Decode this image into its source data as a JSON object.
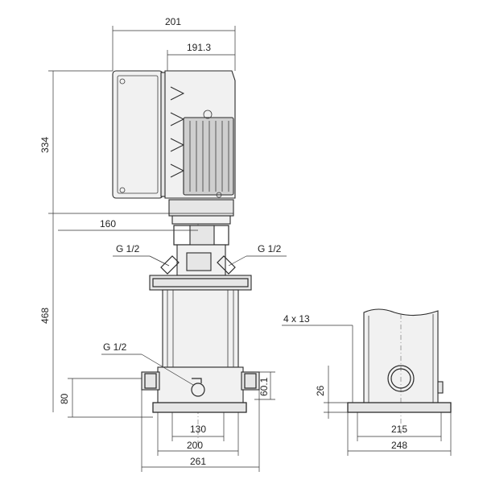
{
  "drawing": {
    "colors": {
      "line": "#2a2a2a",
      "fill_light": "#f1f1f1",
      "fill_mid": "#e6e6e6",
      "fill_dark": "#cfcfcf",
      "background": "#ffffff"
    },
    "dimensions": {
      "top_width": "201",
      "motor_width": "191.3",
      "motor_height": "334",
      "motor_offset": "160",
      "connection_left": "G 1/2",
      "connection_right": "G 1/2",
      "connection_lower": "G 1/2",
      "total_height": "468",
      "inlet_height": "80",
      "port_diameter": "60.1",
      "port_spacing": "130",
      "base_inner": "200",
      "base_outer": "261",
      "bolt_holes": "4  x  13",
      "foot_height": "26",
      "foot_inner": "215",
      "foot_outer": "248"
    }
  }
}
